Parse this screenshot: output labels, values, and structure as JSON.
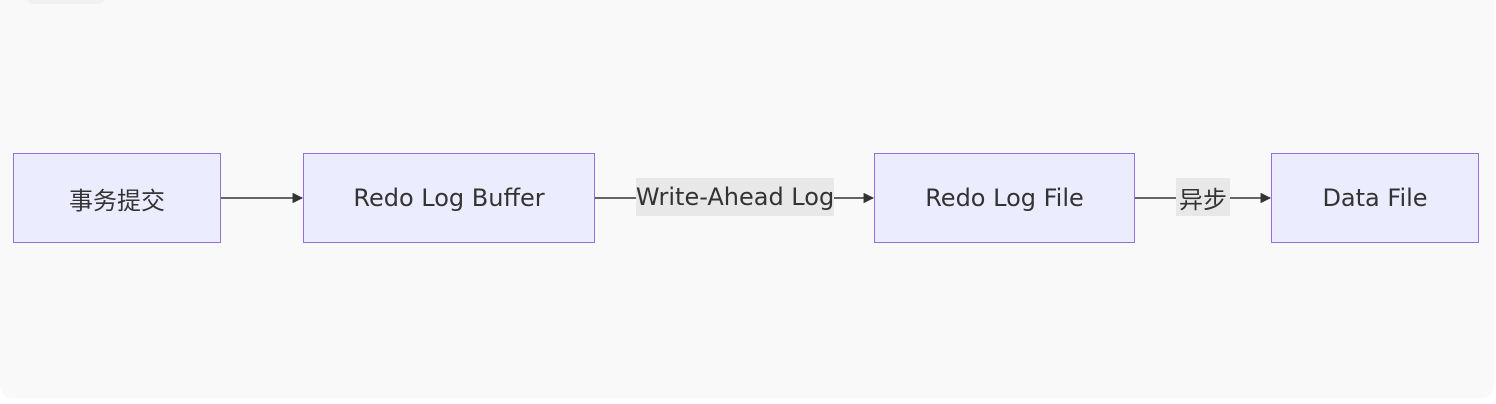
{
  "diagram": {
    "nodes": [
      {
        "id": "commit",
        "label": "事务提交"
      },
      {
        "id": "buffer",
        "label": "Redo Log Buffer"
      },
      {
        "id": "logfile",
        "label": "Redo Log File"
      },
      {
        "id": "datafile",
        "label": "Data File"
      }
    ],
    "edges": [
      {
        "from": "commit",
        "to": "buffer",
        "label": ""
      },
      {
        "from": "buffer",
        "to": "logfile",
        "label": "Write-Ahead Log"
      },
      {
        "from": "logfile",
        "to": "datafile",
        "label": "异步"
      }
    ],
    "colors": {
      "node_fill": "#ececff",
      "node_border": "#9370db",
      "edge": "#333333",
      "edge_label_bg": "#e8e8e8",
      "background": "#f9f9f9"
    }
  }
}
